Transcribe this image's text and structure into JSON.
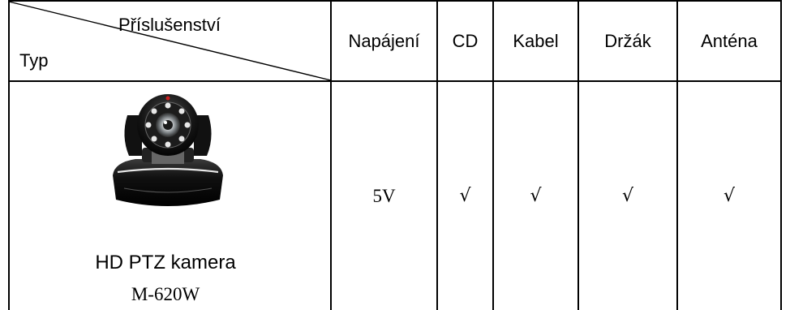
{
  "table": {
    "corner_top": "Příslušenství",
    "corner_bottom": "Typ",
    "headers": [
      "Napájení",
      "CD",
      "Kabel",
      "Držák",
      "Anténa"
    ],
    "product": {
      "name": "HD PTZ kamera",
      "model": "M-620W",
      "values": [
        "5V",
        "√",
        "√",
        "√",
        "√"
      ]
    }
  }
}
